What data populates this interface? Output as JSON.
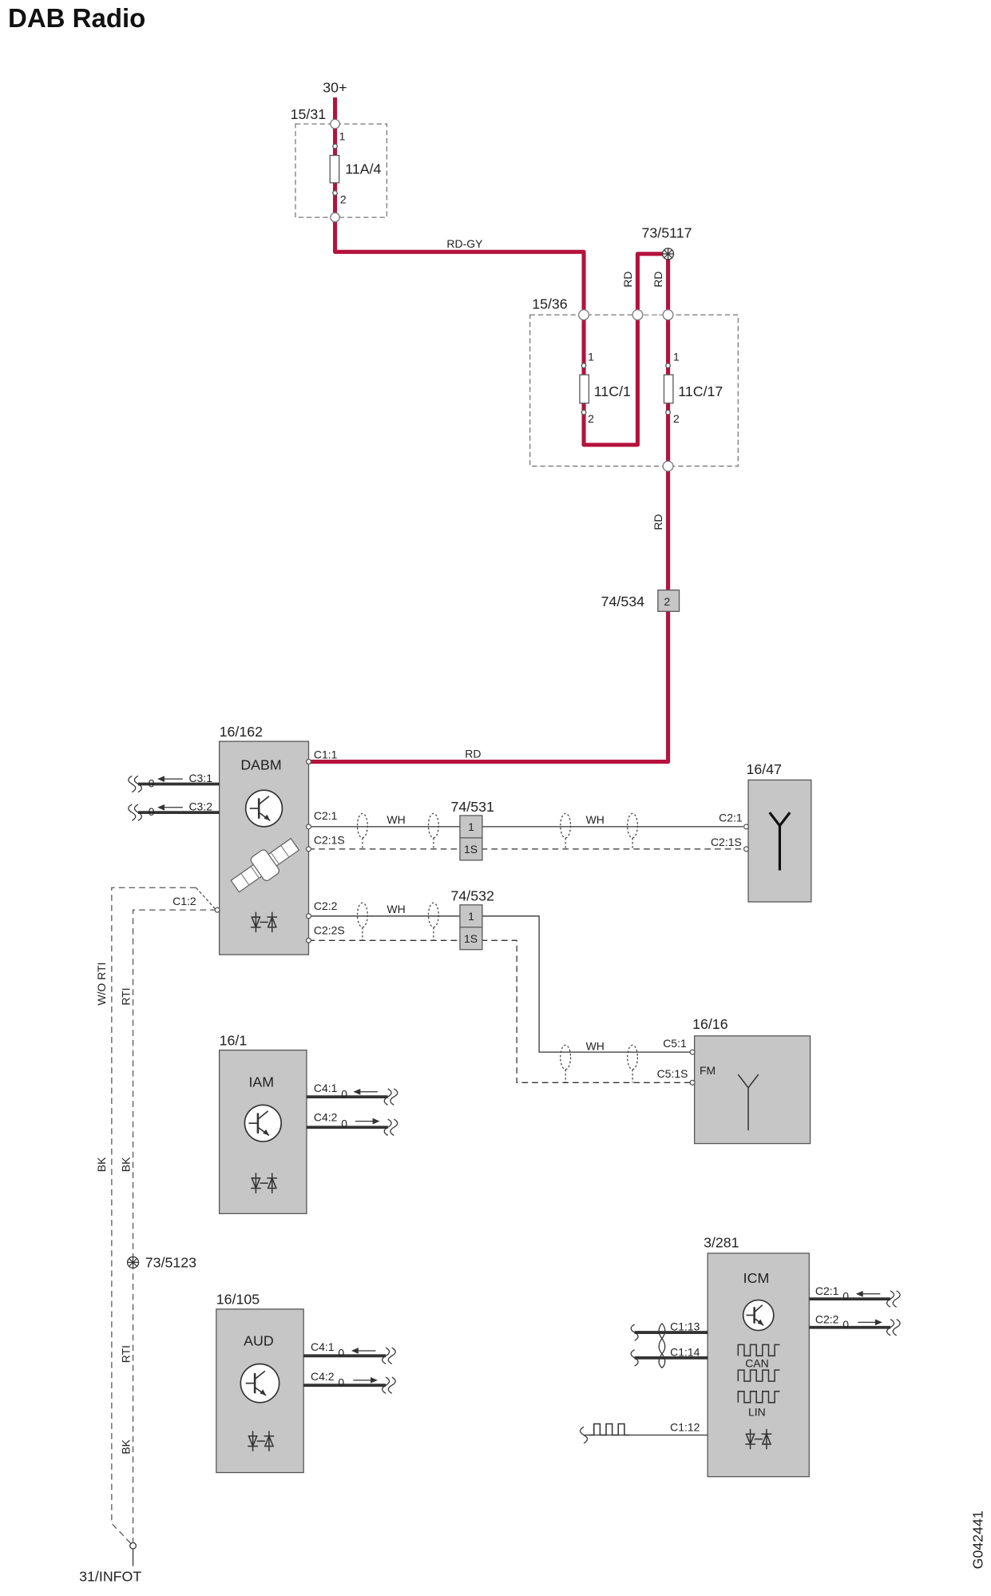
{
  "title": "DAB Radio",
  "drawing_number": "G042441",
  "supply": "30+",
  "ground": "31/INFOT",
  "fuse_boxes": [
    {
      "id": "15/31",
      "fuses": [
        {
          "id": "11A/4",
          "pin_in": "1",
          "pin_out": "2"
        }
      ]
    },
    {
      "id": "15/36",
      "fuses": [
        {
          "id": "11C/1",
          "pin_in": "1",
          "pin_out": "2"
        },
        {
          "id": "11C/17",
          "pin_in": "1",
          "pin_out": "2"
        }
      ]
    }
  ],
  "splices": {
    "s5117": "73/5117",
    "s5123": "73/5123"
  },
  "connectors": {
    "c534": {
      "id": "74/534",
      "pin": "2"
    },
    "c531": {
      "id": "74/531",
      "pin1": "1",
      "pin2": "1S"
    },
    "c532": {
      "id": "74/532",
      "pin1": "1",
      "pin2": "1S"
    }
  },
  "wire_colors": {
    "rdgy": "RD-GY",
    "rd_a": "RD",
    "rd_b": "RD",
    "rd_c": "RD",
    "rd_d": "RD",
    "wh_a": "WH",
    "wh_b": "WH",
    "wh_c": "WH",
    "wh_d": "WH",
    "bk_a": "BK",
    "bk_b": "BK",
    "bk_c": "BK"
  },
  "routing_labels": {
    "wo_rti": "W/O RTI",
    "rti_a": "RTI",
    "rti_b": "RTI"
  },
  "modules": {
    "dabm": {
      "ref": "16/162",
      "name": "DABM",
      "pins": {
        "c31": "C3:1",
        "c32": "C3:2",
        "c11": "C1:1",
        "c21": "C2:1",
        "c21s": "C2:1S",
        "c12": "C1:2",
        "c22": "C2:2",
        "c22s": "C2:2S"
      }
    },
    "antenna_dab": {
      "ref": "16/47",
      "pins": {
        "c21": "C2:1",
        "c21s": "C2:1S"
      }
    },
    "antenna_fm": {
      "ref": "16/16",
      "label": "FM",
      "pins": {
        "c51": "C5:1",
        "c51s": "C5:1S"
      }
    },
    "iam": {
      "ref": "16/1",
      "name": "IAM",
      "pins": {
        "c41": "C4:1",
        "c42": "C4:2"
      }
    },
    "aud": {
      "ref": "16/105",
      "name": "AUD",
      "pins": {
        "c41": "C4:1",
        "c42": "C4:2"
      }
    },
    "icm": {
      "ref": "3/281",
      "name": "ICM",
      "bus1": "CAN",
      "bus2": "LIN",
      "pins": {
        "c21": "C2:1",
        "c22": "C2:2",
        "c113": "C1:13",
        "c114": "C1:14",
        "c112": "C1:12"
      }
    }
  },
  "pin_markers": {
    "m1": "0",
    "m2": "0",
    "m3": "0",
    "m4": "0",
    "m5": "0",
    "m6": "0",
    "m7": "0",
    "m8": "0"
  },
  "colors": {
    "power_wire": "#b5123e",
    "module_fill": "#c6c6c7",
    "signal_wire": "#333333"
  }
}
